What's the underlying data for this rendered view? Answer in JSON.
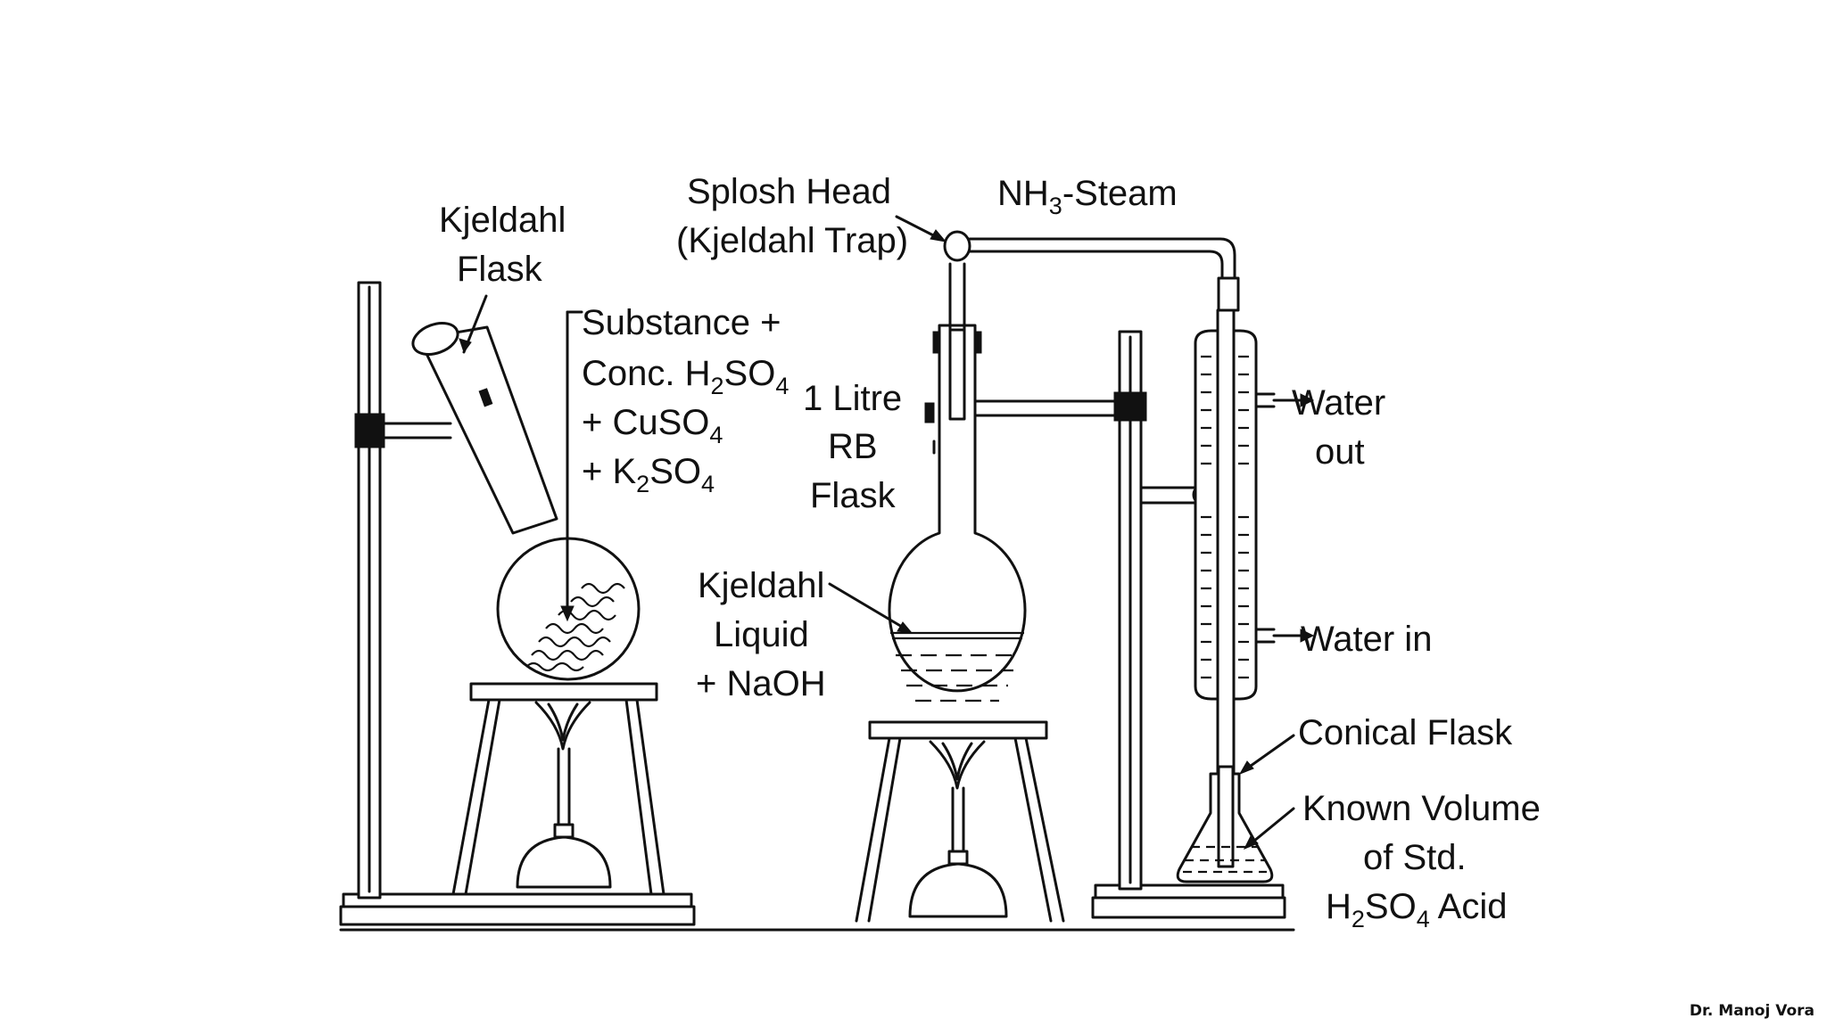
{
  "labels": {
    "kjeldahl_flask_1": "Kjeldahl",
    "kjeldahl_flask_2": "Flask",
    "substance_1": "Substance +",
    "substance_2_pre": "Conc. H",
    "substance_2_sub1": "2",
    "substance_2_mid": "SO",
    "substance_2_sub2": "4",
    "substance_3_pre": "+ CuSO",
    "substance_3_sub": "4",
    "substance_4_pre": "+ K",
    "substance_4_sub1": "2",
    "substance_4_mid": "SO",
    "substance_4_sub2": "4",
    "splash_head_1": "Splosh Head",
    "splash_head_2": "(Kjeldahl Trap)",
    "nh3_pre": "NH",
    "nh3_sub": "3",
    "nh3_post": "-Steam",
    "rb_flask_1": "1 Litre",
    "rb_flask_2": "RB",
    "rb_flask_3": "Flask",
    "kjeldahl_liquid_1": "Kjeldahl",
    "kjeldahl_liquid_2": "Liquid",
    "kjeldahl_liquid_3": "+ NaOH",
    "water_out_1": "Water",
    "water_out_2": "out",
    "water_in": "Water in",
    "conical_flask": "Conical Flask",
    "known_volume_1": "Known Volume",
    "known_volume_2": "of Std.",
    "acid_pre": "H",
    "acid_sub1": "2",
    "acid_mid": "SO",
    "acid_sub2": "4",
    "acid_post": " Acid"
  },
  "credit": "Dr. Manoj Vora"
}
